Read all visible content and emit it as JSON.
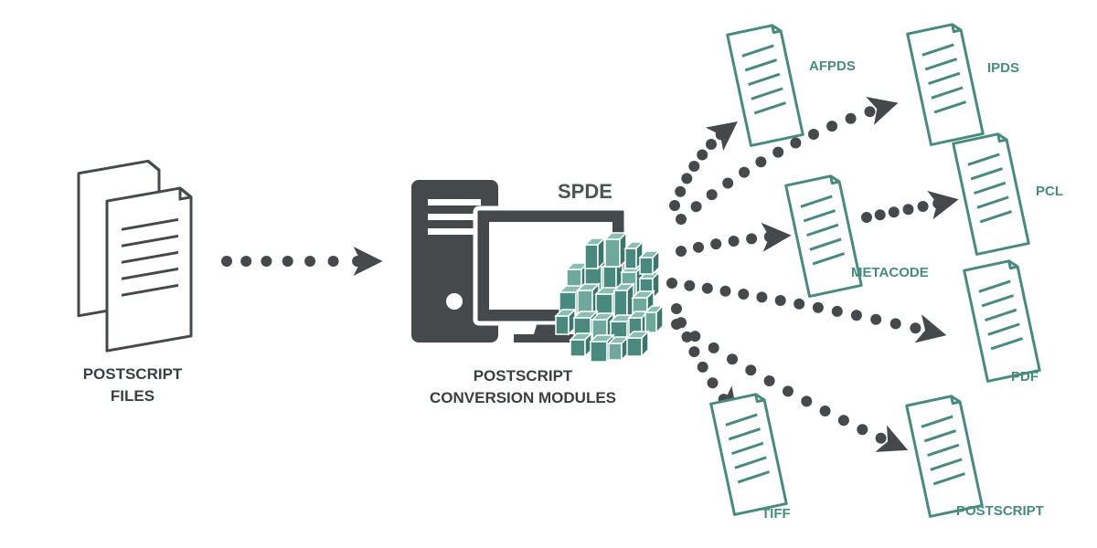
{
  "source": {
    "label_line1": "POSTSCRIPT",
    "label_line2": "FILES"
  },
  "converter": {
    "brand": "SPDE",
    "label_line1": "POSTSCRIPT",
    "label_line2": "CONVERSION MODULES"
  },
  "outputs": {
    "afpds": "AFPDS",
    "ipds": "IPDS",
    "pcl": "PCL",
    "metacode": "METACODE",
    "pdf": "PDF",
    "tiff": "TIFF",
    "postscript": "POSTSCRIPT"
  },
  "colors": {
    "dark": "#46494c",
    "teal": "#4a8a7e",
    "teal_light": "#6fa89c"
  }
}
